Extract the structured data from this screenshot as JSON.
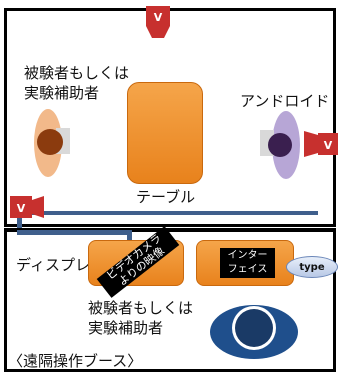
{
  "labels": {
    "subject_top": "被験者もしくは\n実験補助者",
    "android": "アンドロイド",
    "table": "テーブル",
    "display": "ディスプレイ",
    "camera_feed": "ビデオカメラ\nよりの映像",
    "interface": "インター\nフェイス",
    "type_bubble": "type",
    "subject_bottom": "被験者もしくは\n実験補助者",
    "booth": "〈遠隔操作ブース〉",
    "camera_top": "V",
    "camera_right": "V",
    "camera_left": "V"
  },
  "colors": {
    "orange": "#ee8f2b",
    "camera_red": "#c7302e",
    "cable_blue": "#3f5f8c",
    "person_blue": "#1f4f8c",
    "android_purple": "#b7a6d6",
    "subject_peach": "#f2b98a"
  }
}
